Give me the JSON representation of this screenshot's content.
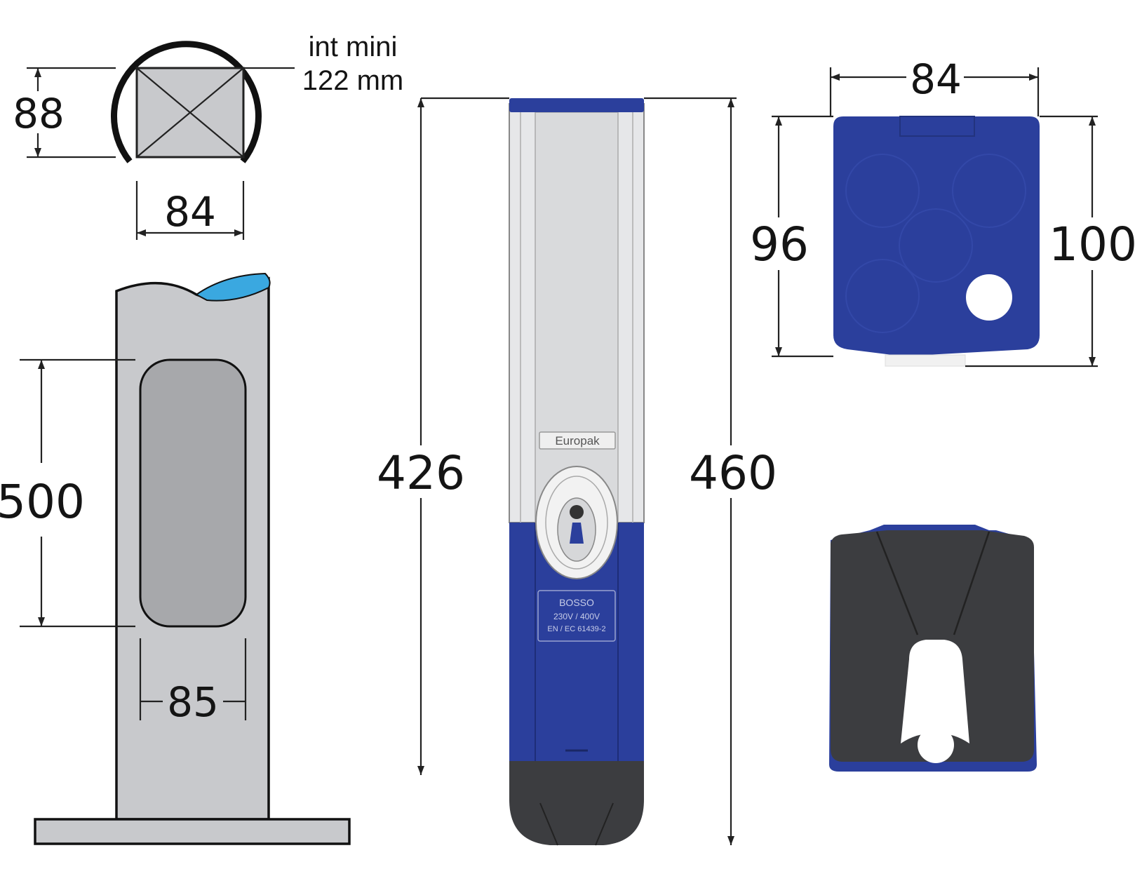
{
  "colors": {
    "blue": "#2b3f9c",
    "light_blue": "#3aa8e0",
    "post_grey": "#c8c9cc",
    "window_grey": "#a7a8ab",
    "dark_base": "#3c3d40",
    "line": "#222222"
  },
  "section": {
    "note_line1": "int mini",
    "note_line2": "122 mm",
    "height": "88",
    "width": "84"
  },
  "post": {
    "window_height": "500",
    "window_width": "85"
  },
  "unit": {
    "body_height": "426",
    "total_height": "460",
    "brand_label": "Europak",
    "spec_line1": "BOSSO",
    "spec_line2": "230V / 400V",
    "spec_line3": "EN / EC 61439-2"
  },
  "top_view": {
    "width": "84",
    "depth_left": "96",
    "depth_right": "100"
  }
}
